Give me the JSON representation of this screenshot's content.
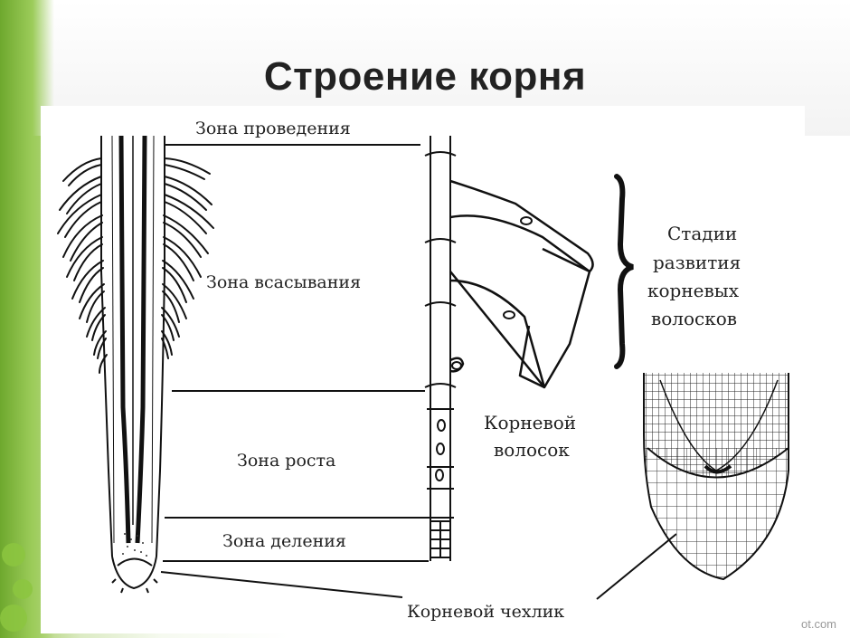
{
  "title": "Строение корня",
  "labels": {
    "conduction_zone": "Зона проведения",
    "absorption_zone": "Зона всасывания",
    "growth_zone": "Зона роста",
    "division_zone": "Зона деления",
    "root_cap": "Корневой чехлик",
    "root_hair": [
      "Корневой",
      "волосок"
    ],
    "hair_stages": [
      "Стадии",
      "развития",
      "корневых",
      "волосков"
    ]
  },
  "watermark": "ot.com"
}
